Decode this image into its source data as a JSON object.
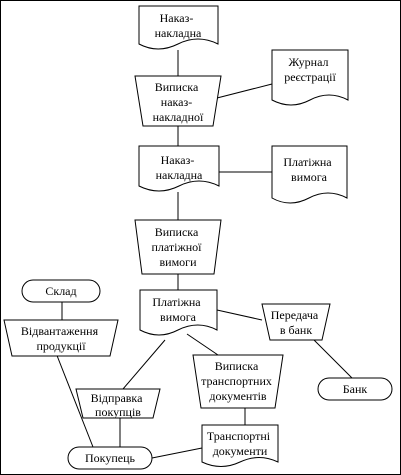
{
  "diagram": {
    "nodes": {
      "order_invoice_top": {
        "lines": [
          "Наказ-",
          "накладна"
        ]
      },
      "order_invoice_issue": {
        "lines": [
          "Виписка",
          "наказ-",
          "накладної"
        ]
      },
      "registration_journal": {
        "lines": [
          "Журнал",
          "реєстрації"
        ]
      },
      "order_invoice_mid": {
        "lines": [
          "Наказ-",
          "накладна"
        ]
      },
      "payment_demand_right": {
        "lines": [
          "Платіжна",
          "вимога"
        ]
      },
      "payment_demand_issue": {
        "lines": [
          "Виписка",
          "платіжної",
          "вимоги"
        ]
      },
      "warehouse": {
        "lines": [
          "Склад"
        ]
      },
      "product_shipment": {
        "lines": [
          "Відвантаження",
          "продукції"
        ]
      },
      "payment_demand_center": {
        "lines": [
          "Платіжна",
          "вимога"
        ]
      },
      "bank_transfer": {
        "lines": [
          "Передача",
          "в банк"
        ]
      },
      "transport_docs_issue": {
        "lines": [
          "Виписка",
          "транспортних",
          "документів"
        ]
      },
      "bank": {
        "lines": [
          "Банк"
        ]
      },
      "send_to_buyers": {
        "lines": [
          "Відправка",
          "покупців"
        ]
      },
      "transport_docs": {
        "lines": [
          "Транспортні",
          "документи"
        ]
      },
      "buyer": {
        "lines": [
          "Покупець"
        ]
      }
    }
  }
}
